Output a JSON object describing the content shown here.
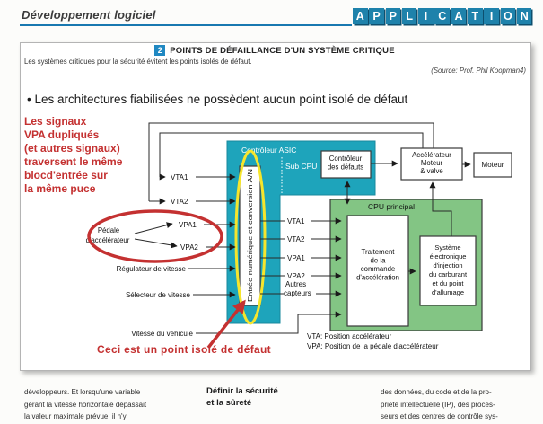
{
  "colors": {
    "teal": "#1ea4bb",
    "green": "#83c584",
    "red": "#c43131",
    "yellow": "#f6e52c",
    "banner-blue": "#1e82ab",
    "banner-shadow": "#0d4f6e",
    "underline-blue": "#1878b0",
    "badge-blue": "#2088c2"
  },
  "header": {
    "section": "Développement logiciel",
    "app_letters": [
      "A",
      "P",
      "P",
      "L",
      "I",
      "C",
      "A",
      "T",
      "I",
      "O",
      "N"
    ]
  },
  "figure": {
    "badge": "2",
    "title": "POINTS DE DÉFAILLANCE D'UN SYSTÈME CRITIQUE",
    "subtitle": "Les systèmes critiques pour la sécurité évitent les points isolés de défaut.",
    "source": "(Source: Prof. Phil Koopman4)",
    "bullet": "• Les architectures fiabilisées ne possèdent aucun point isolé de défaut",
    "note_left": {
      "l1": "Les signaux",
      "l2": "VPA dupliqués",
      "l3": "(et autres signaux)",
      "l4": "traversent le même",
      "l5": "blocd'entrée sur",
      "l6": "la même puce"
    },
    "note_bottom": "Ceci est un point isolé de défaut"
  },
  "diagram": {
    "asic": "Contrôleur ASIC",
    "subcpu": "Sub CPU",
    "adc": "Entrée numérique et conversion A/N",
    "fault": {
      "l1": "Contrôleur",
      "l2": "des défauts"
    },
    "accel": {
      "l1": "Accélérateur",
      "l2": "Moteur",
      "l3": "& valve"
    },
    "motor": "Moteur",
    "cpu": "CPU principal",
    "proc": {
      "l1": "Traitement",
      "l2": "de la",
      "l3": "commande",
      "l4": "d'accélération"
    },
    "inj": {
      "l1": "Système",
      "l2": "électronique",
      "l3": "d'injection",
      "l4": "du carburant",
      "l5": "et du point",
      "l6": "d'allumage"
    },
    "pedal": {
      "l1": "Pédale",
      "l2": "d'accélérateur"
    },
    "in": {
      "vta1": "VTA1",
      "vta2": "VTA2",
      "vpa1": "VPA1",
      "vpa2": "VPA2",
      "reg": "Régulateur de vitesse",
      "sel": "Sélecteur de vitesse",
      "speed": "Vitesse du véhicule"
    },
    "mid": {
      "vta1": "VTA1",
      "vta2": "VTA2",
      "vpa1": "VPA1",
      "vpa2": "VPA2",
      "autres1": "Autres",
      "autres2": "capteurs"
    },
    "legend": {
      "l1": "VTA: Position accélérateur",
      "l2": "VPA: Position de la pédale d'accélérateur"
    }
  },
  "article": {
    "col1": {
      "l1": "développeurs. Et lorsqu'une variable",
      "l2": "gérant la vitesse horizontale dépassait",
      "l3": "la valeur maximale prévue, il n'y"
    },
    "col2": {
      "h1": "Définir la sécurité",
      "h2": "et la sûreté"
    },
    "col3": {
      "l1": "des données, du code et de la pro-",
      "l2": "priété intellectuelle (IP), des proces-",
      "l3": "seurs et des centres de contrôle sys-"
    }
  }
}
